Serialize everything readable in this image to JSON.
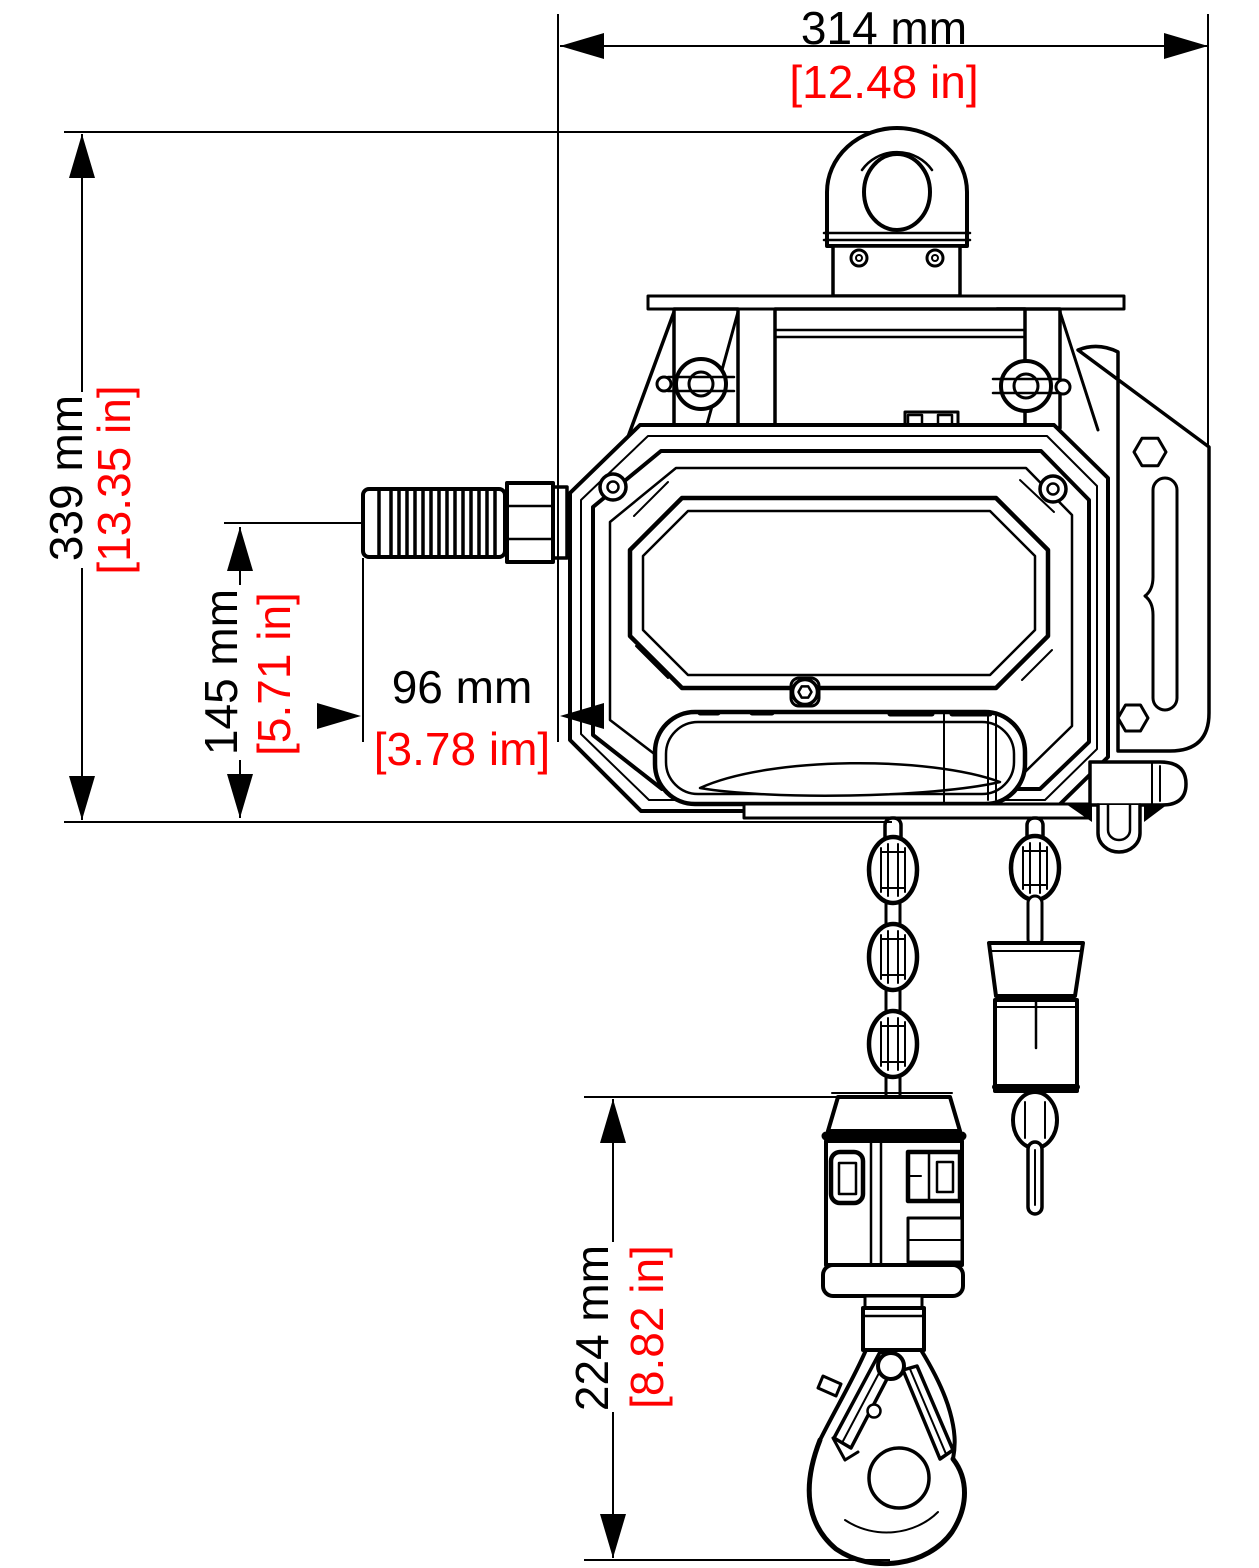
{
  "drawing": {
    "subject": "Electric chain hoist - front elevation dimensional drawing",
    "colors": {
      "background": "#ffffff",
      "lines": "#000000",
      "metric_text": "#000000",
      "imperial_text": "#ff0000"
    },
    "dimensions": {
      "overall_width": {
        "metric": "314 mm",
        "imperial": "[12.48 in]"
      },
      "overall_height": {
        "metric": "339 mm",
        "imperial": "[13.35 in]"
      },
      "gland_height": {
        "metric": "145 mm",
        "imperial": "[5.71 in]"
      },
      "gland_protrusion": {
        "metric": "96 mm",
        "imperial": "[3.78 im]"
      },
      "hook_block_height": {
        "metric": "224 mm",
        "imperial": "[8.82 in]"
      }
    }
  }
}
